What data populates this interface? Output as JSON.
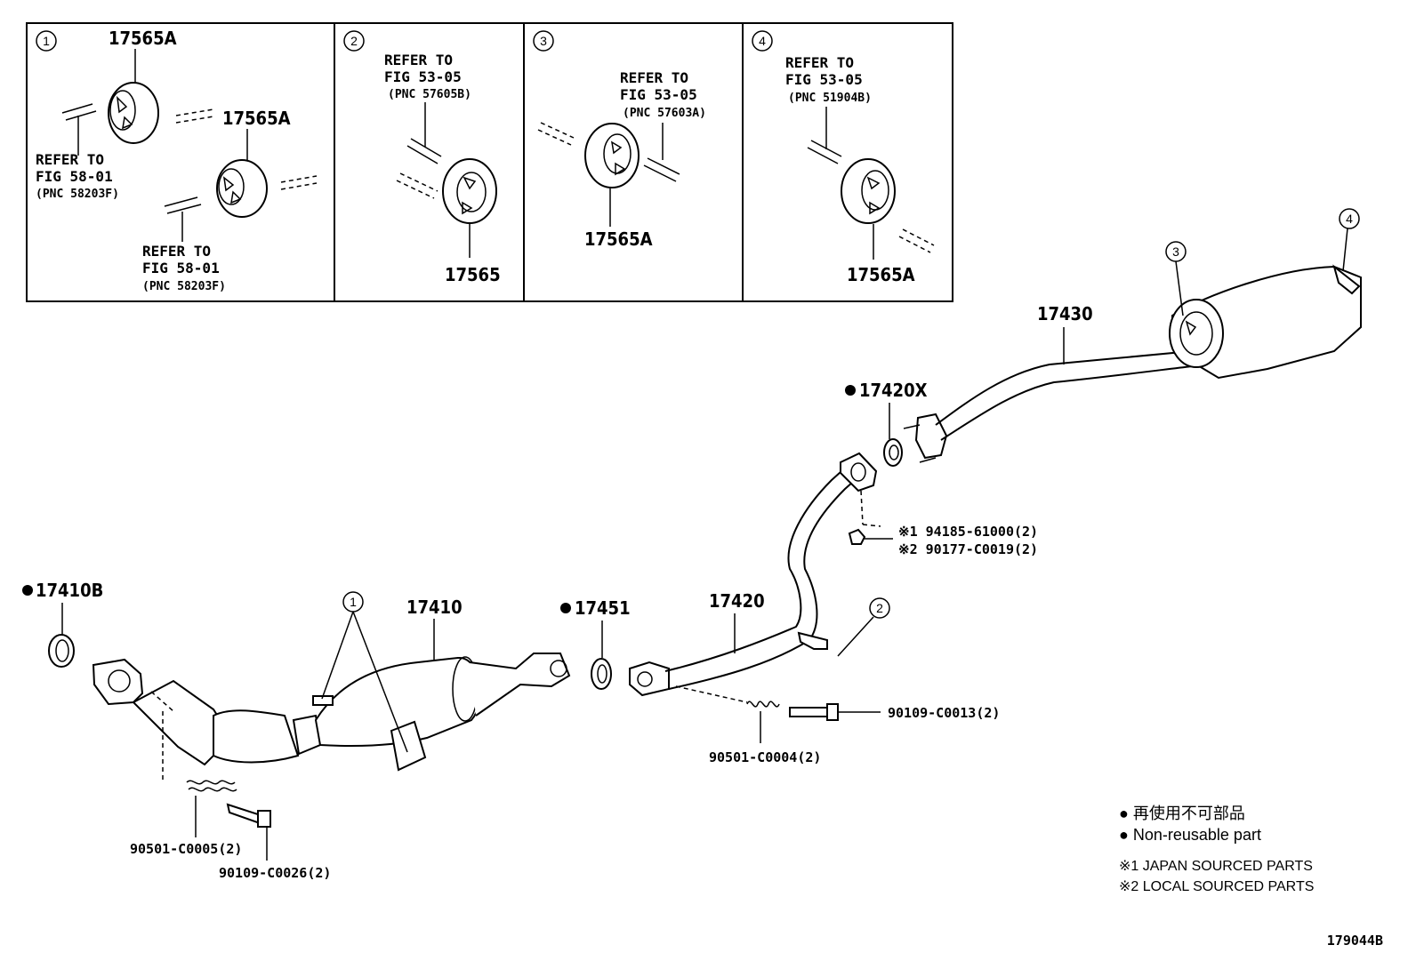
{
  "diagram_id": "179044B",
  "inset_boxes": [
    {
      "num": "1",
      "part_top": "17565A",
      "part_right": "17565A",
      "ref_a": [
        "REFER TO",
        "FIG 58-01",
        "(PNC 58203F)"
      ],
      "ref_b": [
        "REFER TO",
        "FIG 58-01",
        "(PNC 58203F)"
      ]
    },
    {
      "num": "2",
      "ref": [
        "REFER TO",
        "FIG 53-05",
        "(PNC 57605B)"
      ],
      "part": "17565"
    },
    {
      "num": "3",
      "ref": [
        "REFER TO",
        "FIG 53-05",
        "(PNC 57603A)"
      ],
      "part": "17565A"
    },
    {
      "num": "4",
      "ref": [
        "REFER TO",
        "FIG 53-05",
        "(PNC 51904B)"
      ],
      "part": "17565A"
    }
  ],
  "main_parts": {
    "gasket_front": "17410B",
    "converter": "17410",
    "gasket_mid": "17451",
    "center_pipe": "17420",
    "gasket_rear": "17420X",
    "tail_pipe": "17430",
    "callout_1": "1",
    "callout_2": "2",
    "callout_3": "3",
    "callout_4": "4"
  },
  "fasteners": {
    "spring_front": "90501-C0005(2)",
    "bolt_front": "90109-C0026(2)",
    "spring_mid": "90501-C0004(2)",
    "bolt_mid": "90109-C0013(2)",
    "nut_japan": "※1 94185-61000(2)",
    "nut_local": "※2 90177-C0019(2)"
  },
  "legend": {
    "jp_note": "● 再使用不可部品",
    "en_note": "● Non-reusable part",
    "japan": "※1  JAPAN SOURCED PARTS",
    "local": "※2  LOCAL SOURCED PARTS"
  },
  "non_reusable_marker": "●"
}
